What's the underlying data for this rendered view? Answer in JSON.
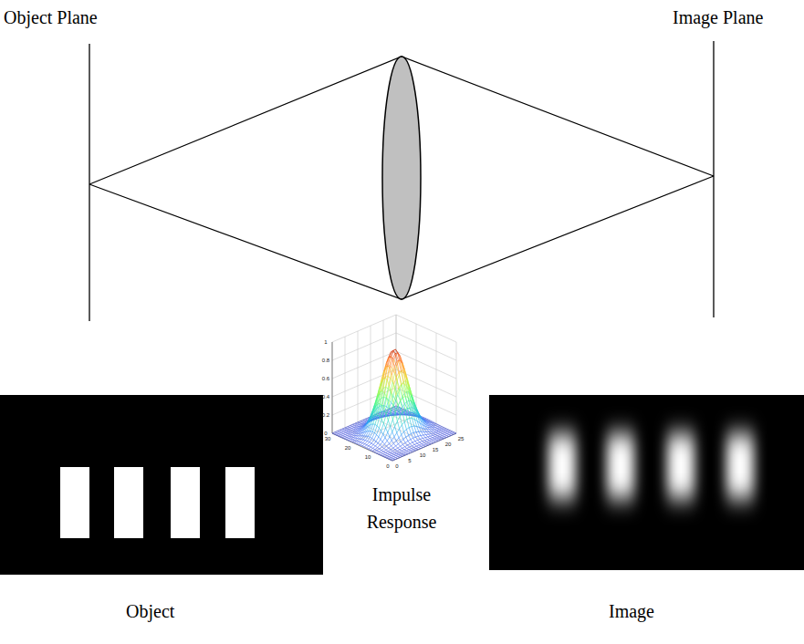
{
  "diagram": {
    "labels": [
      "Object Plane",
      "Image Plane",
      "1",
      "0.8",
      "0.6",
      "0.4",
      "0.2",
      "0",
      "30",
      "20",
      "10",
      "0",
      "0",
      "5",
      "10",
      "15",
      "20",
      "25",
      "Impulse Response",
      "Object",
      "Image"
    ]
  }
}
